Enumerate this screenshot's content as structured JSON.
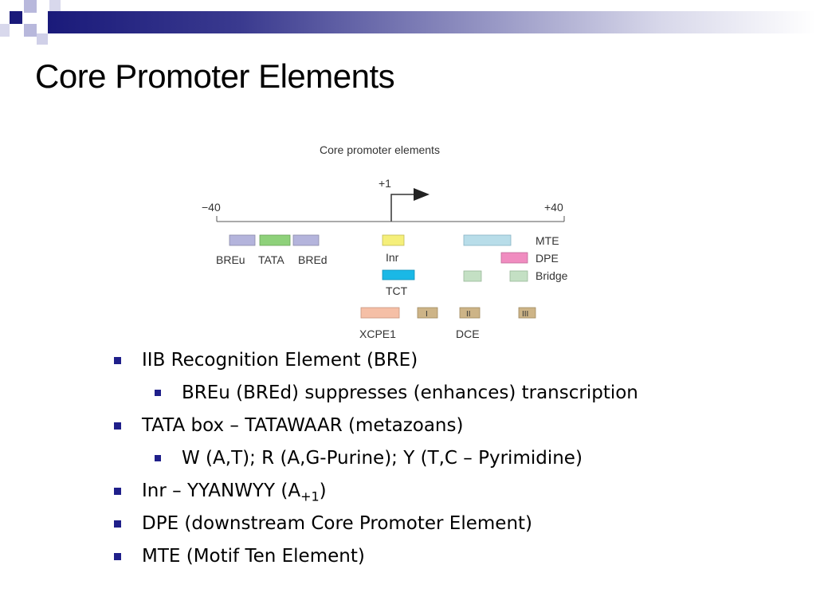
{
  "slide": {
    "title": "Core Promoter Elements"
  },
  "diagram": {
    "title": "Core promoter elements",
    "tss_label": "+1",
    "left_label": "−40",
    "right_label": "+40",
    "elements": {
      "breu": "BREu",
      "tata": "TATA",
      "bred": "BREd",
      "inr": "Inr",
      "tct": "TCT",
      "mte": "MTE",
      "dpe": "DPE",
      "bridge": "Bridge",
      "xcpe1": "XCPE1",
      "dce": "DCE",
      "dce_i": "I",
      "dce_ii": "II",
      "dce_iii": "III"
    },
    "colors": {
      "breu": "#b4b4dc",
      "tata": "#8ed17a",
      "bred": "#b4b4dc",
      "inr": "#f5ef7a",
      "tct": "#1ab8e6",
      "mte": "#b8dde9",
      "dpe": "#f08cc0",
      "bridge": "#c4e0c4",
      "xcpe1": "#f5bfa6",
      "dce": "#cdb487"
    }
  },
  "bullets": [
    {
      "level": 1,
      "text": "IIB Recognition Element (BRE)"
    },
    {
      "level": 2,
      "text": "BREu (BREd) suppresses (enhances) transcription"
    },
    {
      "level": 1,
      "text": "TATA box – TATAWAAR (metazoans)"
    },
    {
      "level": 2,
      "text": "W (A,T); R (A,G-Purine); Y (T,C – Pyrimidine)"
    },
    {
      "level": 1,
      "text_main": "Inr – YYANWYY (A",
      "text_sub": "+1",
      "text_end": ")"
    },
    {
      "level": 1,
      "text": "DPE (downstream Core Promoter Element)"
    },
    {
      "level": 1,
      "text": "MTE (Motif Ten Element)"
    }
  ]
}
